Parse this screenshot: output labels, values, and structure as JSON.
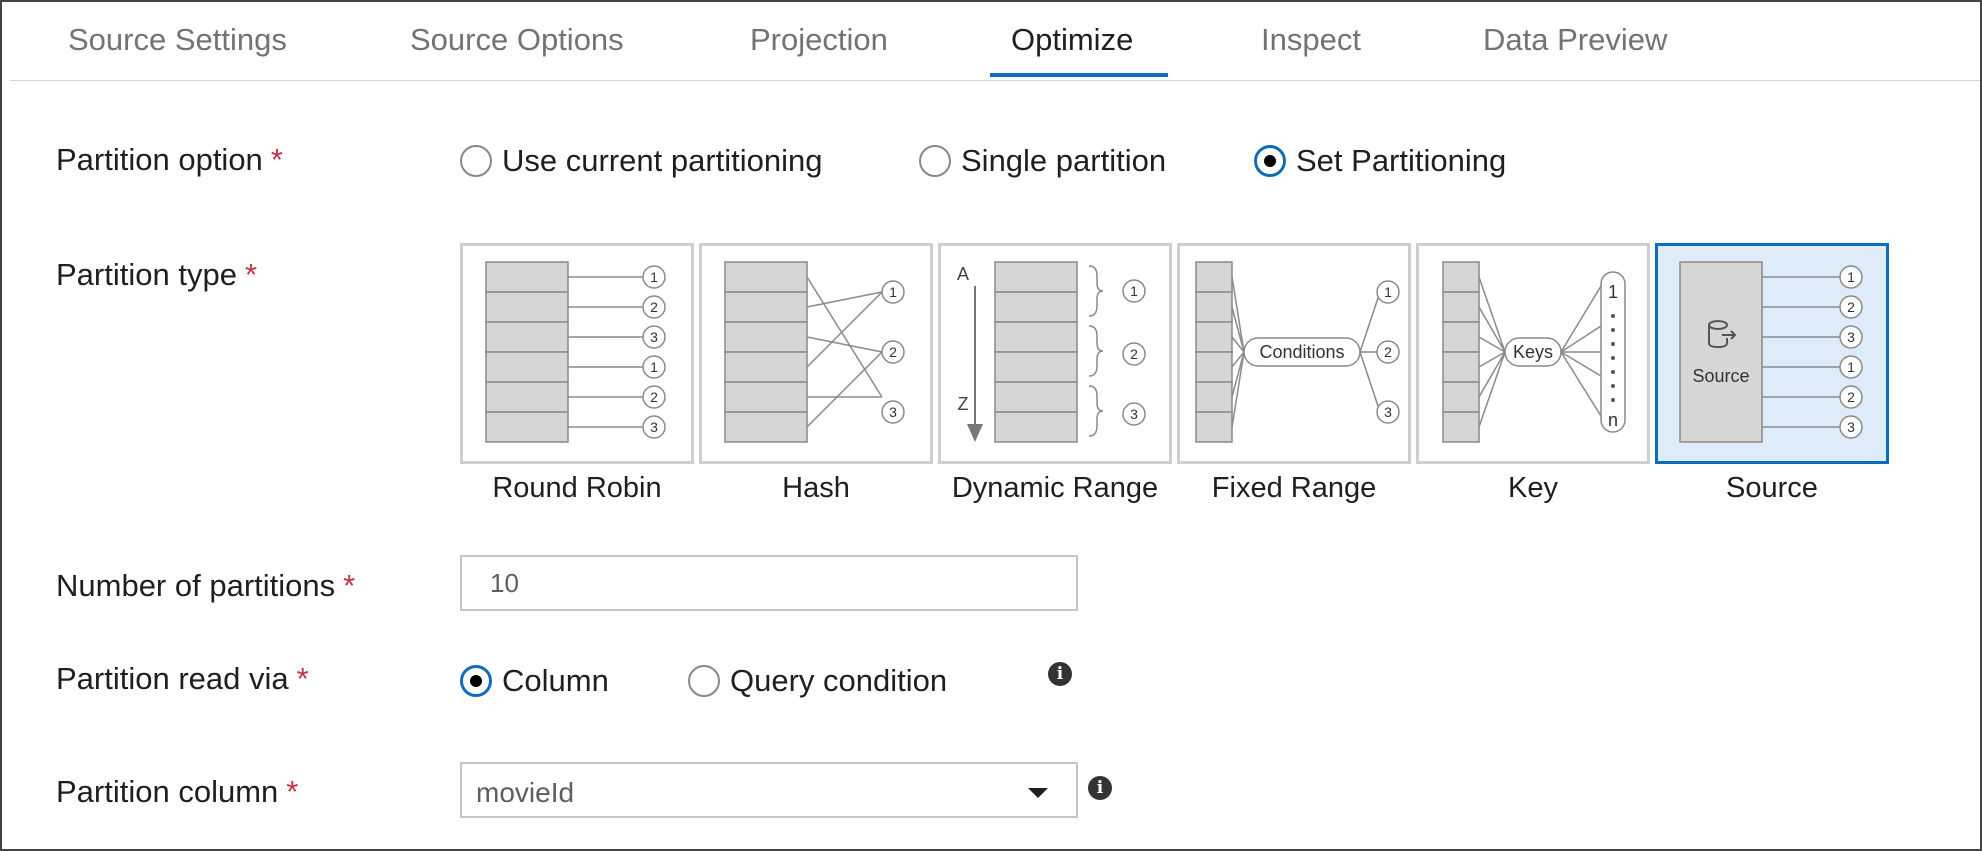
{
  "tabs": [
    {
      "label": "Source Settings"
    },
    {
      "label": "Source Options"
    },
    {
      "label": "Projection"
    },
    {
      "label": "Optimize",
      "active": true
    },
    {
      "label": "Inspect"
    },
    {
      "label": "Data Preview"
    }
  ],
  "required_marker": "*",
  "partition_option": {
    "label": "Partition option",
    "options": [
      "Use current partitioning",
      "Single partition",
      "Set Partitioning"
    ],
    "selected": "Set Partitioning"
  },
  "partition_type": {
    "label": "Partition type",
    "types": [
      "Round Robin",
      "Hash",
      "Dynamic Range",
      "Fixed Range",
      "Key",
      "Source"
    ],
    "selected": "Source",
    "diagram_text": {
      "n1": "1",
      "n2": "2",
      "n3": "3",
      "n_end": "n",
      "range_start": "A",
      "range_end": "Z",
      "conditions": "Conditions",
      "keys": "Keys",
      "source": "Source"
    }
  },
  "number_of_partitions": {
    "label": "Number of partitions",
    "value": "10"
  },
  "partition_read_via": {
    "label": "Partition read via",
    "options": [
      "Column",
      "Query condition"
    ],
    "selected": "Column"
  },
  "partition_column": {
    "label": "Partition column",
    "value": "movieId"
  },
  "icons": {
    "info": "i"
  },
  "colors": {
    "accent": "#0f6cbd",
    "required": "#c4314b",
    "selected_card_bg": "#deecf9"
  }
}
